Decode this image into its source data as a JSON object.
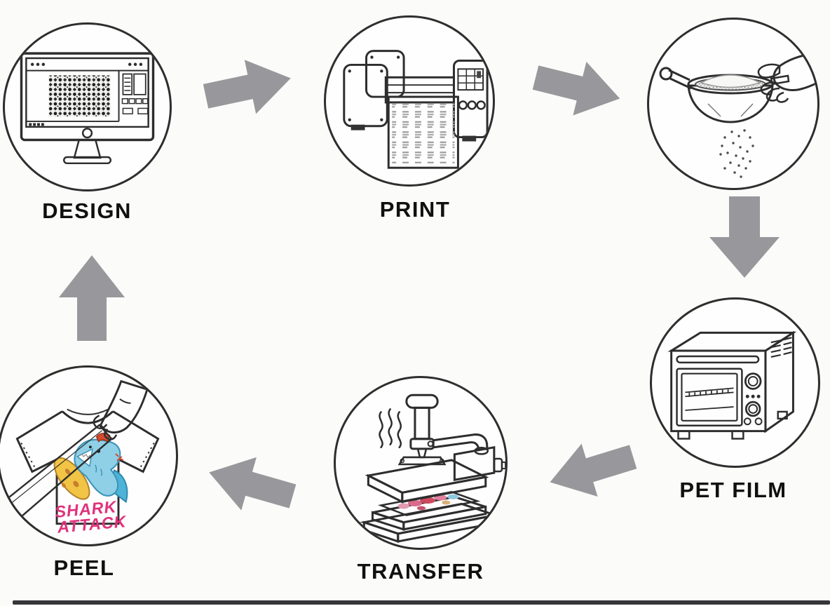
{
  "diagram": {
    "background_color": "#fbfbf9",
    "arrow_color": "#98989c",
    "outline_color": "#2e2e2e",
    "label_color": "#101010",
    "steps": {
      "design": {
        "label": "DESIGN",
        "icon": "desktop-computer-design-software"
      },
      "print": {
        "label": "PRINT",
        "icon": "wide-format-film-printer"
      },
      "powder": {
        "label": "",
        "icon": "hand-shaking-powder-sieve"
      },
      "pet_film": {
        "label": "PET FILM",
        "icon": "curing-toaster-oven"
      },
      "transfer": {
        "label": "TRANSFER",
        "icon": "heat-press-machine"
      },
      "peel": {
        "label": "PEEL",
        "icon": "tshirt-film-peel"
      }
    },
    "flow": [
      {
        "from": "design",
        "to": "print",
        "direction": "right"
      },
      {
        "from": "print",
        "to": "powder",
        "direction": "right-down"
      },
      {
        "from": "powder",
        "to": "pet_film",
        "direction": "down"
      },
      {
        "from": "pet_film",
        "to": "transfer",
        "direction": "left-down"
      },
      {
        "from": "transfer",
        "to": "peel",
        "direction": "left-up"
      },
      {
        "from": "peel",
        "to": "design",
        "direction": "up"
      }
    ]
  },
  "shirt_graphic": {
    "text_line1": "SHARK",
    "text_line2": "ATTACK",
    "text_color": "#e0337c",
    "shark_color": "#8fd0e6",
    "surfboard_color": "#f2c445",
    "cap_color": "#d84a30",
    "splash_color": "#4db4d8"
  }
}
